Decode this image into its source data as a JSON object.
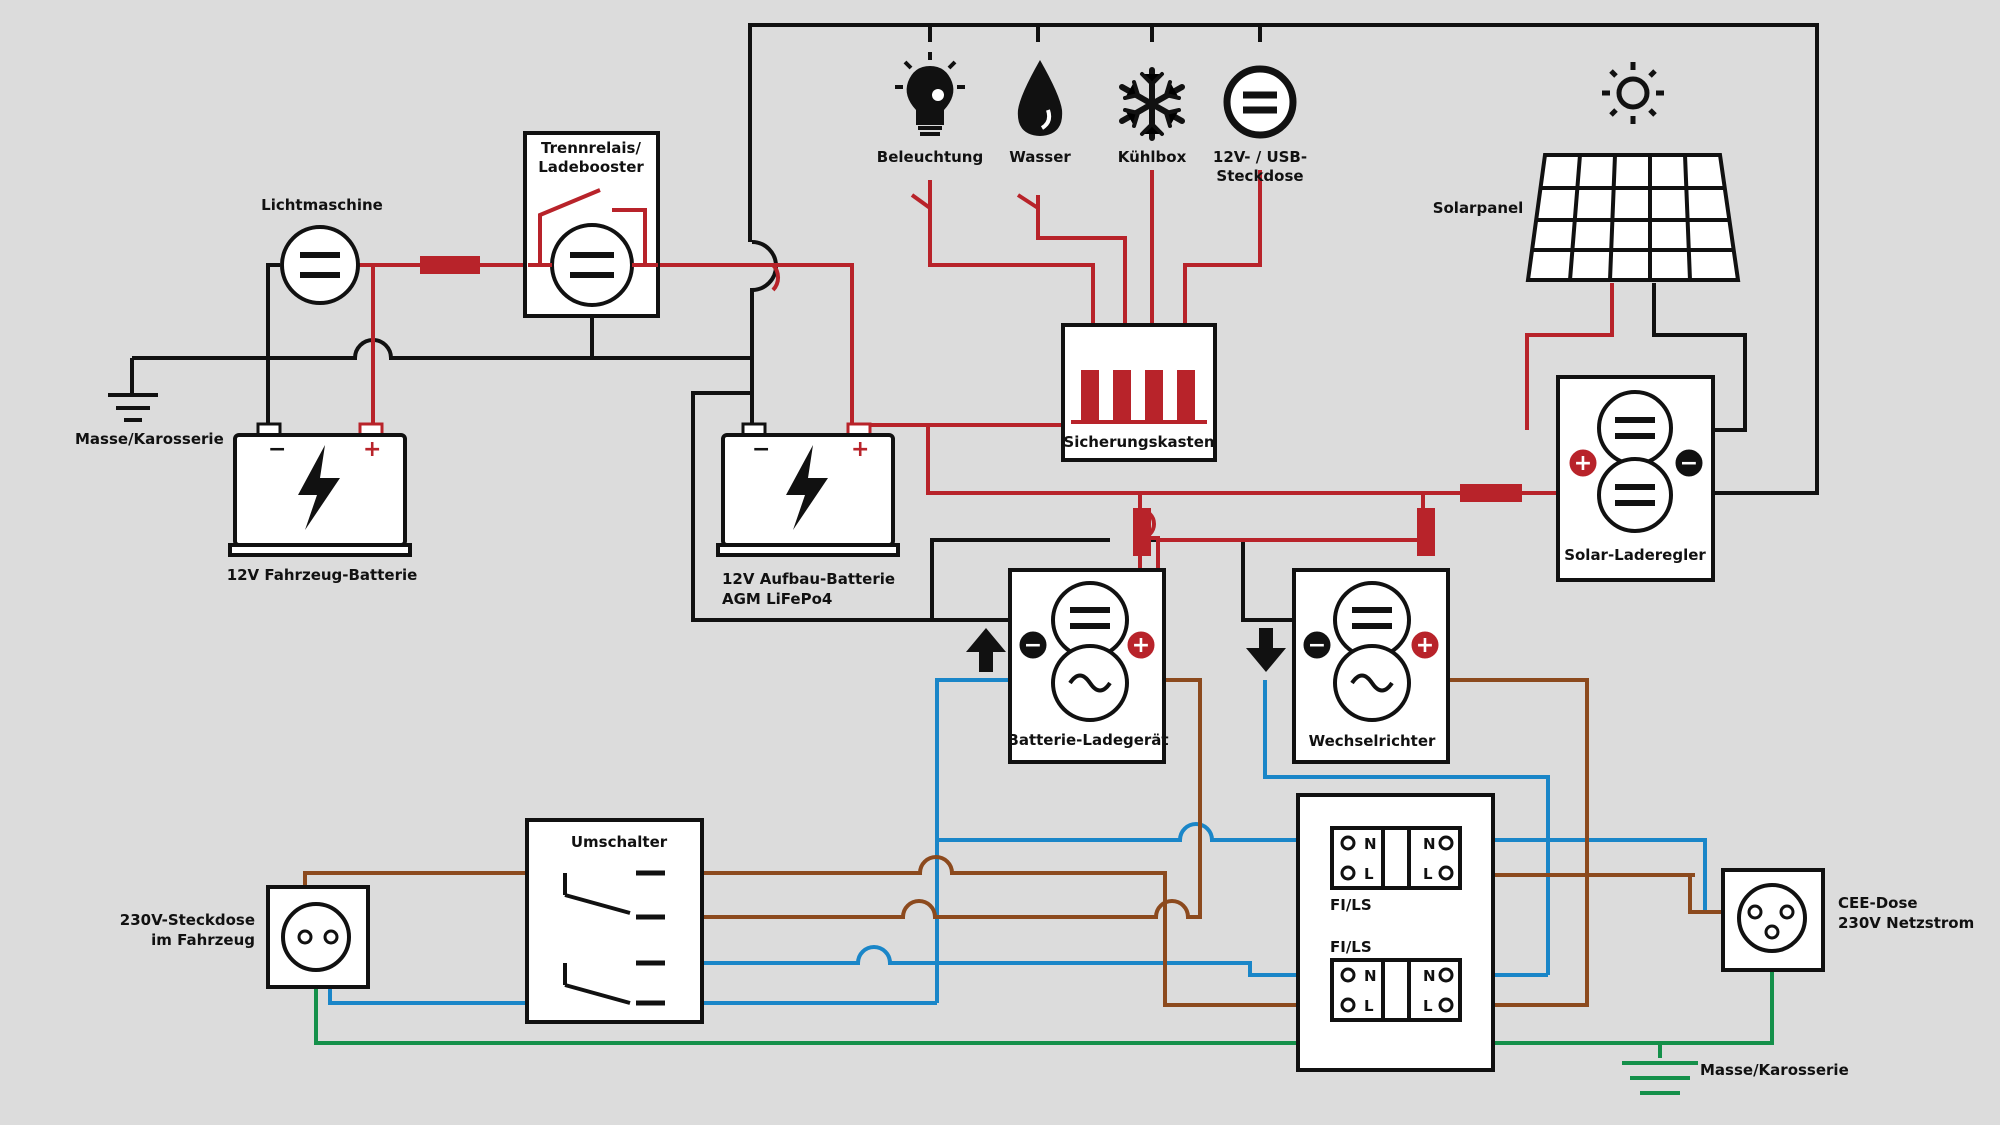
{
  "labels": {
    "lichtmaschine": "Lichtmaschine",
    "trennrelais_1": "Trennrelais/",
    "trennrelais_2": "Ladebooster",
    "masse_top": "Masse/Karosserie",
    "fahrzeug_batterie": "12V Fahrzeug-Batterie",
    "aufbau_batterie_1": "12V Aufbau-Batterie",
    "aufbau_batterie_2": "AGM LiFePo4",
    "beleuchtung": "Beleuchtung",
    "wasser": "Wasser",
    "kuehlbox": "Kühlbox",
    "steckdose_12v_1": "12V- / USB-",
    "steckdose_12v_2": "Steckdose",
    "sicherungskasten": "Sicherungskasten",
    "solarpanel": "Solarpanel",
    "solar_laderegler": "Solar-Laderegler",
    "batterie_ladegeraet": "Batterie-Ladegerät",
    "wechselrichter": "Wechselrichter",
    "umschalter": "Umschalter",
    "steckdose_230_1": "230V-Steckdose",
    "steckdose_230_2": "im Fahrzeug",
    "fils_1": "FI/LS",
    "fils_2": "FI/LS",
    "cee_1": "CEE-Dose",
    "cee_2": "230V Netzstrom",
    "masse_bottom": "Masse/Karosserie",
    "n": "N",
    "l": "L",
    "minus": "−",
    "plus": "+"
  },
  "colors": {
    "dc_positive": "#b8232a",
    "ground": "#111111",
    "neutral": "#1a86c8",
    "phase": "#8c4a1e",
    "earth": "#14904a",
    "background": "#dcdcdc"
  }
}
